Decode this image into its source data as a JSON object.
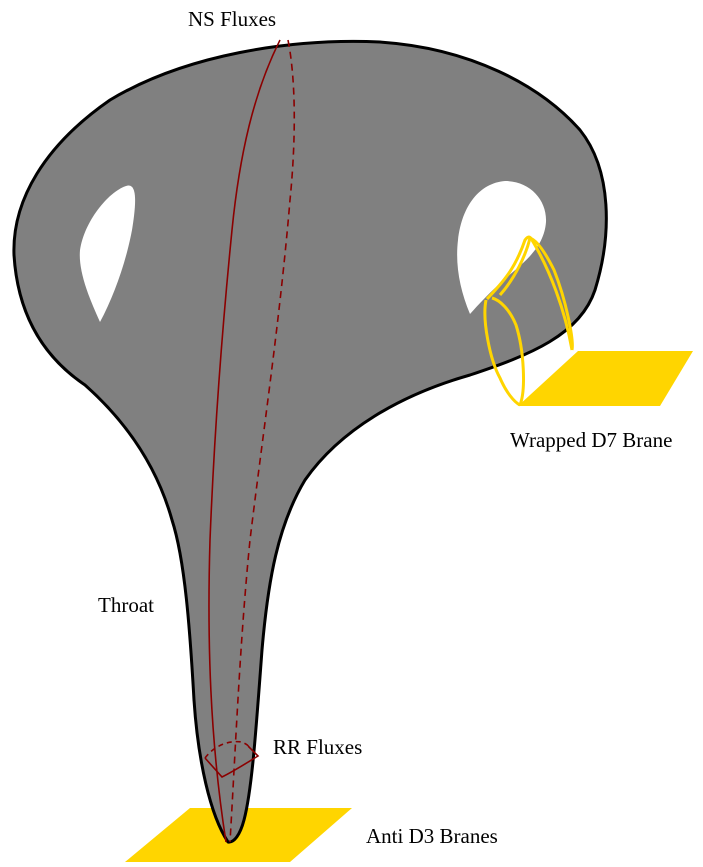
{
  "labels": {
    "ns_fluxes": "NS Fluxes",
    "wrapped_d7": "Wrapped D7 Brane",
    "throat": "Throat",
    "rr_fluxes": "RR Fluxes",
    "anti_d3": "Anti D3 Branes"
  },
  "colors": {
    "manifold_fill": "#808080",
    "outline": "#000000",
    "flux": "#8b0000",
    "brane": "#ffd500",
    "background": "#ffffff"
  }
}
